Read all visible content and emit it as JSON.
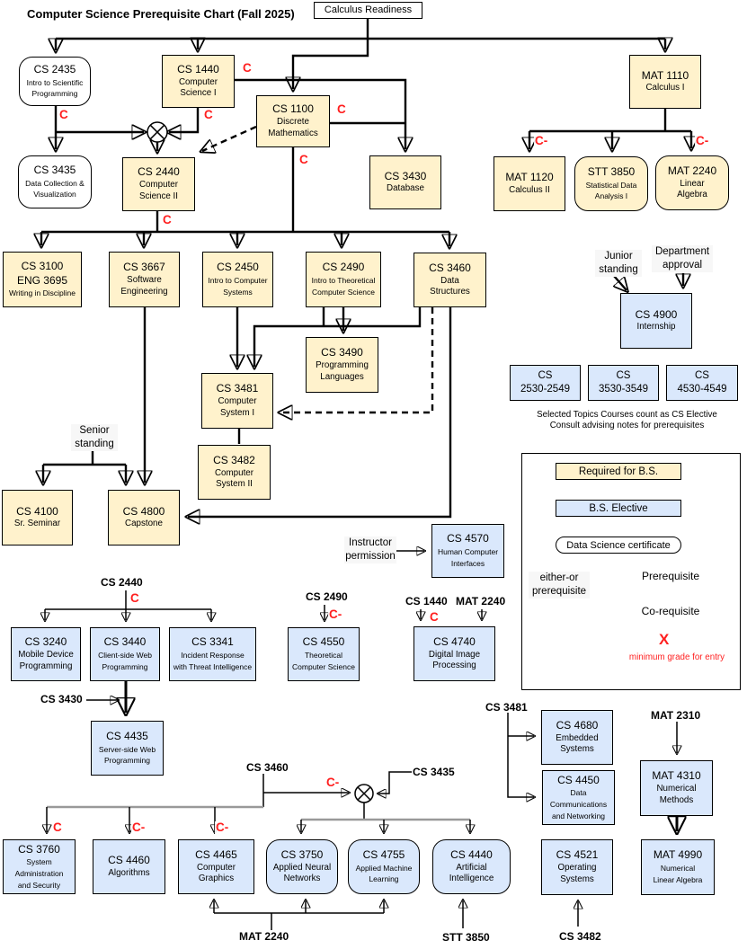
{
  "title": "Computer Science Prerequisite Chart (Fall 2025)",
  "nodes": {
    "calc": {
      "name": "Calculus Readiness"
    },
    "cs2435": {
      "code": "CS 2435",
      "name": "Intro to Scientific\nProgramming"
    },
    "cs1440": {
      "code": "CS 1440",
      "name": "Computer\nScience I"
    },
    "cs1100": {
      "code": "CS 1100",
      "name": "Discrete\nMathematics"
    },
    "mat1110": {
      "code": "MAT 1110",
      "name": "Calculus I"
    },
    "cs3435": {
      "code": "CS 3435",
      "name": "Data Collection &\nVisualization"
    },
    "cs2440": {
      "code": "CS 2440",
      "name": "Computer\nScience II"
    },
    "cs3430": {
      "code": "CS 3430",
      "name": "Database"
    },
    "mat1120": {
      "code": "MAT 1120",
      "name": "Calculus II"
    },
    "stt3850": {
      "code": "STT 3850",
      "name": "Statistical Data\nAnalysis I"
    },
    "mat2240": {
      "code": "MAT 2240",
      "name": "Linear\nAlgebra"
    },
    "cs3100": {
      "code": "CS 3100\nENG 3695",
      "name": "Writing in Discipline"
    },
    "cs3667": {
      "code": "CS 3667",
      "name": "Software\nEngineering"
    },
    "cs2450": {
      "code": "CS 2450",
      "name": "Intro to Computer\nSystems"
    },
    "cs2490": {
      "code": "CS 2490",
      "name": "Intro to Theoretical\nComputer Science"
    },
    "cs3460": {
      "code": "CS 3460",
      "name": "Data\nStructures"
    },
    "cs3490": {
      "code": "CS 3490",
      "name": "Programming\nLanguages"
    },
    "cs3481": {
      "code": "CS 3481",
      "name": "Computer\nSystem I"
    },
    "cs3482": {
      "code": "CS 3482",
      "name": "Computer\nSystem II"
    },
    "cs4900": {
      "code": "CS 4900",
      "name": "Internship"
    },
    "t2530": {
      "code": "CS",
      "name": "2530-2549"
    },
    "t3530": {
      "code": "CS",
      "name": "3530-3549"
    },
    "t4530": {
      "code": "CS",
      "name": "4530-4549"
    },
    "cs4100": {
      "code": "CS 4100",
      "name": "Sr. Seminar"
    },
    "cs4800": {
      "code": "CS 4800",
      "name": "Capstone"
    },
    "cs4570": {
      "code": "CS 4570",
      "name": "Human Computer\nInterfaces"
    },
    "cs3240": {
      "code": "CS 3240",
      "name": "Mobile Device\nProgramming"
    },
    "cs3440": {
      "code": "CS 3440",
      "name": "Client-side Web\nProgramming"
    },
    "cs3341": {
      "code": "CS 3341",
      "name": "Incident Response\nwith Threat Intelligence"
    },
    "cs4550": {
      "code": "CS 4550",
      "name": "Theoretical\nComputer Science"
    },
    "cs4740": {
      "code": "CS 4740",
      "name": "Digital Image\nProcessing"
    },
    "cs4435": {
      "code": "CS 4435",
      "name": "Server-side Web\nProgramming"
    },
    "cs4680": {
      "code": "CS 4680",
      "name": "Embedded\nSystems"
    },
    "cs4450": {
      "code": "CS 4450",
      "name": "Data\nCommunications\nand Networking"
    },
    "mat4310": {
      "code": "MAT 4310",
      "name": "Numerical\nMethods"
    },
    "cs3760": {
      "code": "CS 3760",
      "name": "System\nAdministration\nand Security"
    },
    "cs4460": {
      "code": "CS 4460",
      "name": "Algorithms"
    },
    "cs4465": {
      "code": "CS 4465",
      "name": "Computer\nGraphics"
    },
    "cs3750": {
      "code": "CS 3750",
      "name": "Applied Neural\nNetworks"
    },
    "cs4755": {
      "code": "CS 4755",
      "name": "Applied Machine\nLearning"
    },
    "cs4440": {
      "code": "CS 4440",
      "name": "Artificial\nIntelligence"
    },
    "cs4521": {
      "code": "CS 4521",
      "name": "Operating\nSystems"
    },
    "mat4990": {
      "code": "MAT 4990",
      "name": "Numerical\nLinear Algebra"
    }
  },
  "labels": {
    "junior": "Junior\nstanding",
    "department": "Department\napproval",
    "senior": "Senior\nstanding",
    "instructor": "Instructor\npermission",
    "cs2440": "CS 2440",
    "cs3430": "CS 3430",
    "cs2490": "CS 2490",
    "cs1440": "CS 1440",
    "mat2240_top": "MAT 2240",
    "cs3460": "CS 3460",
    "cs3435": "CS 3435",
    "cs3481": "CS 3481",
    "mat2310": "MAT 2310",
    "mat2240_bottom": "MAT 2240",
    "stt3850": "STT 3850",
    "cs3482": "CS 3482"
  },
  "grades": {
    "g1": "C",
    "g2": "C",
    "g3": "C",
    "g4": "C",
    "g5": "C",
    "g6": "C",
    "g7": "C-",
    "g8": "C-",
    "g9": "C",
    "g10": "C-",
    "g11": "C",
    "g12": "C-",
    "g13": "C",
    "g14": "C-",
    "g15": "C-"
  },
  "legend": {
    "required": "Required for B.S.",
    "elective": "B.S. Elective",
    "certificate": "Data Science certificate",
    "either_or": "either-or\nprerequisite",
    "prerequisite": "Prerequisite",
    "corequisite": "Co-requisite",
    "grade_x": "X",
    "grade_note": "minimum grade for entry"
  },
  "notes": {
    "line1": "Selected Topics Courses count as CS Elective",
    "line2": "Consult advising notes for prerequisites"
  },
  "colors": {
    "required_fill": "#FFF2CC",
    "elective_fill": "#DAE8FC",
    "grade_red": "#FF1F1F"
  }
}
